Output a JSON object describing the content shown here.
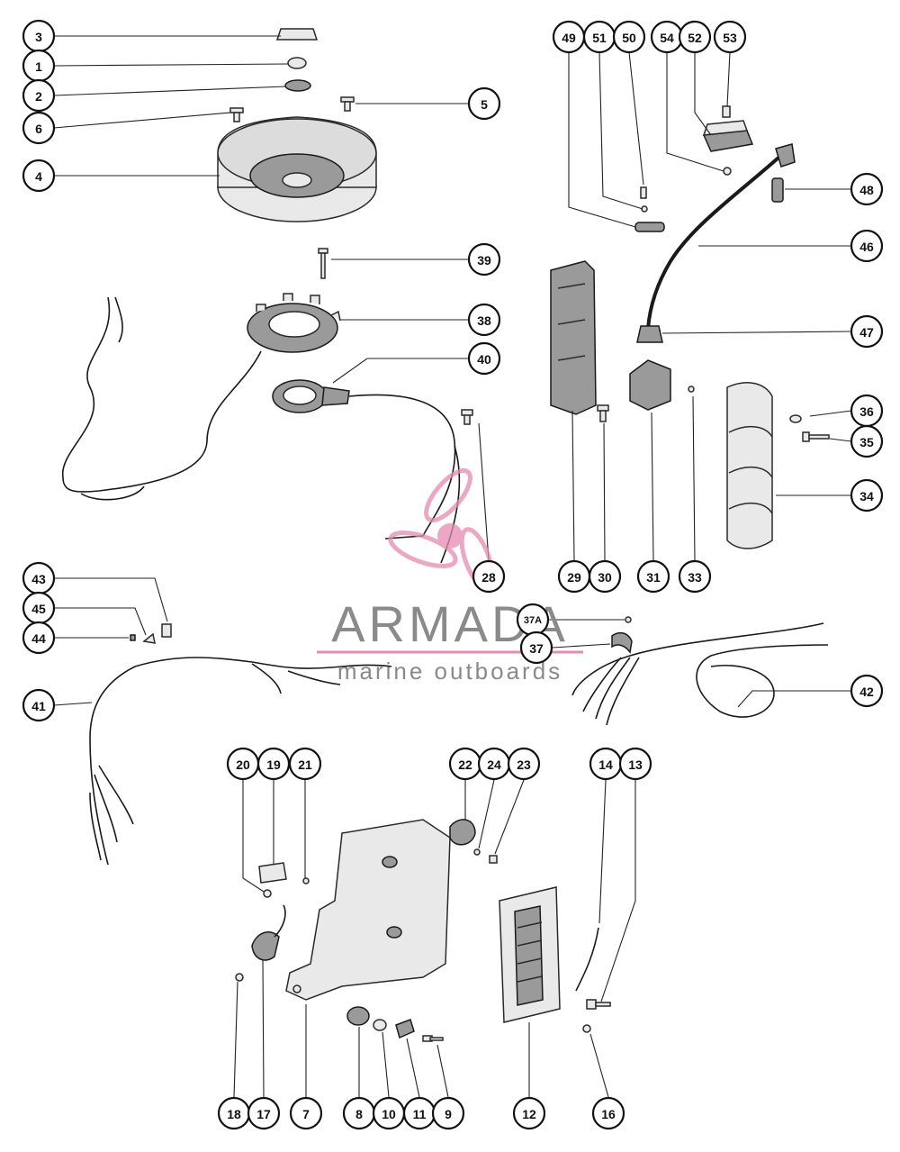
{
  "callouts": [
    {
      "id": "c3",
      "label": "3"
    },
    {
      "id": "c1",
      "label": "1"
    },
    {
      "id": "c2",
      "label": "2"
    },
    {
      "id": "c6",
      "label": "6"
    },
    {
      "id": "c4",
      "label": "4"
    },
    {
      "id": "c5",
      "label": "5"
    },
    {
      "id": "c39",
      "label": "39"
    },
    {
      "id": "c38",
      "label": "38"
    },
    {
      "id": "c40",
      "label": "40"
    },
    {
      "id": "c28",
      "label": "28"
    },
    {
      "id": "c43",
      "label": "43"
    },
    {
      "id": "c45",
      "label": "45"
    },
    {
      "id": "c44",
      "label": "44"
    },
    {
      "id": "c41",
      "label": "41"
    },
    {
      "id": "c49",
      "label": "49"
    },
    {
      "id": "c51",
      "label": "51"
    },
    {
      "id": "c50",
      "label": "50"
    },
    {
      "id": "c54",
      "label": "54"
    },
    {
      "id": "c52",
      "label": "52"
    },
    {
      "id": "c53",
      "label": "53"
    },
    {
      "id": "c48",
      "label": "48"
    },
    {
      "id": "c46",
      "label": "46"
    },
    {
      "id": "c47",
      "label": "47"
    },
    {
      "id": "c36",
      "label": "36"
    },
    {
      "id": "c35",
      "label": "35"
    },
    {
      "id": "c34",
      "label": "34"
    },
    {
      "id": "c29",
      "label": "29"
    },
    {
      "id": "c30",
      "label": "30"
    },
    {
      "id": "c31",
      "label": "31"
    },
    {
      "id": "c33",
      "label": "33"
    },
    {
      "id": "c37a",
      "label": "37A"
    },
    {
      "id": "c37",
      "label": "37"
    },
    {
      "id": "c42",
      "label": "42"
    },
    {
      "id": "c20",
      "label": "20"
    },
    {
      "id": "c19",
      "label": "19"
    },
    {
      "id": "c21",
      "label": "21"
    },
    {
      "id": "c22",
      "label": "22"
    },
    {
      "id": "c24",
      "label": "24"
    },
    {
      "id": "c23",
      "label": "23"
    },
    {
      "id": "c14",
      "label": "14"
    },
    {
      "id": "c13",
      "label": "13"
    },
    {
      "id": "c18",
      "label": "18"
    },
    {
      "id": "c17",
      "label": "17"
    },
    {
      "id": "c7",
      "label": "7"
    },
    {
      "id": "c8",
      "label": "8"
    },
    {
      "id": "c10",
      "label": "10"
    },
    {
      "id": "c11",
      "label": "11"
    },
    {
      "id": "c9",
      "label": "9"
    },
    {
      "id": "c12",
      "label": "12"
    },
    {
      "id": "c16",
      "label": "16"
    }
  ],
  "watermark": {
    "brand": "ARMADA",
    "tagline": "marine outboards",
    "colors": {
      "text": "#8a8a8a",
      "accent": "#e58ab0"
    }
  }
}
